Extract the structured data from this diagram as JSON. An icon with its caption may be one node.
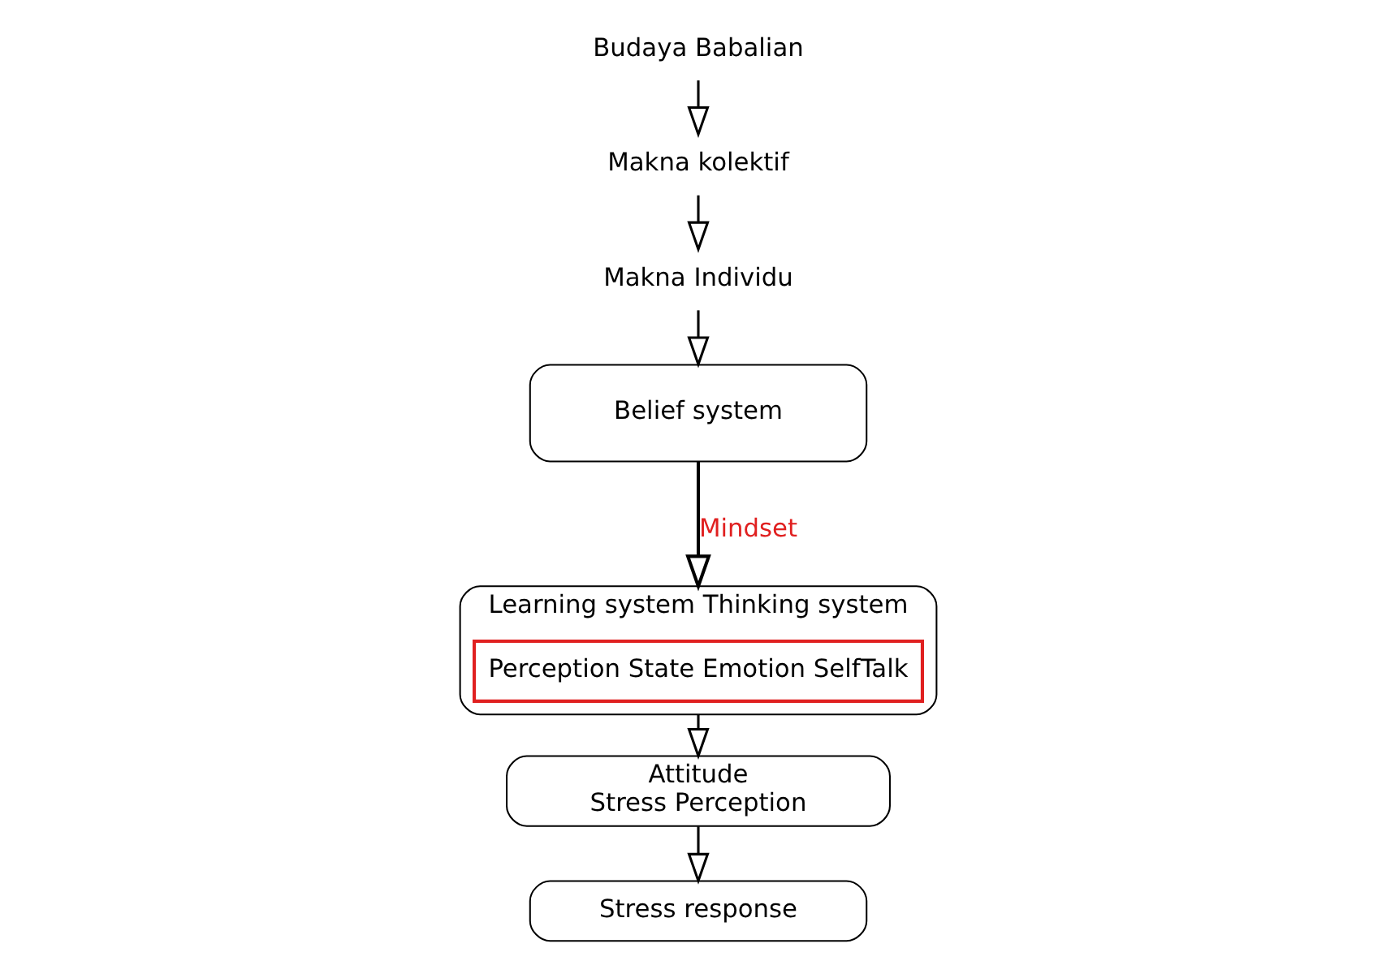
{
  "diagram": {
    "nodes": [
      {
        "text": [
          "Budaya Babalian"
        ]
      },
      {
        "text": [
          "Makna kolektif"
        ]
      },
      {
        "text": [
          "Makna Individu"
        ]
      },
      {
        "text": [
          "Belief system"
        ]
      },
      {
        "text": [
          "Learning system Thinking system"
        ]
      },
      {
        "text": [
          "Perception State Emotion SelfTalk"
        ],
        "in": 4
      },
      {
        "text": [
          "Attitude",
          "Stress Perception"
        ]
      },
      {
        "text": [
          "Stress response"
        ]
      }
    ],
    "edges": [
      {
        "from": 0,
        "to": 1,
        "arrow": "to"
      },
      {
        "from": 1,
        "to": 2,
        "arrow": "to"
      },
      {
        "from": 2,
        "to": 3,
        "arrow": "to"
      },
      {
        "from": 3,
        "to": 4,
        "arrow": "to",
        "label": "Mindset"
      },
      {
        "from": 4,
        "to": 6,
        "arrow": "to"
      },
      {
        "from": 6,
        "to": 7,
        "arrow": "to"
      }
    ]
  }
}
